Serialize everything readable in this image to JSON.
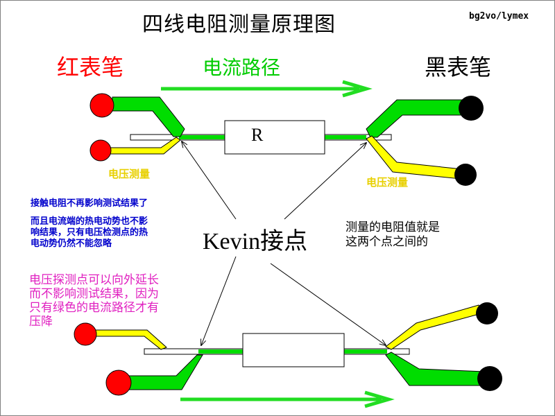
{
  "title": "四线电阻测量原理图",
  "credit": "bg2vo/lymex",
  "labels": {
    "red_probe": "红表笔",
    "current_path": "电流路径",
    "black_probe": "黑表笔",
    "voltage_left": "电压测量",
    "voltage_right": "电压测量",
    "resistor": "R",
    "kevin": "Kevin接点"
  },
  "notes": {
    "contact": "接触电阻不再影响测试结果了",
    "thermal": [
      "而且电流端的热电动势也不影",
      "响结果，只有电压检测点的热",
      "电动势仍然不能忽略"
    ],
    "measured": [
      "测量的电阻值就是",
      "这两个点之间的"
    ],
    "extend": [
      "电压探测点可以向外延长",
      "而不影响测试结果，因为",
      "只有绿色的电流路径才有",
      "压降"
    ]
  },
  "colors": {
    "red_probe": "#ff0000",
    "black_probe": "#000000",
    "current": "#00dd00",
    "voltage": "#ffff00",
    "note_blue": "#0000cc",
    "note_magenta": "#e020c0"
  }
}
